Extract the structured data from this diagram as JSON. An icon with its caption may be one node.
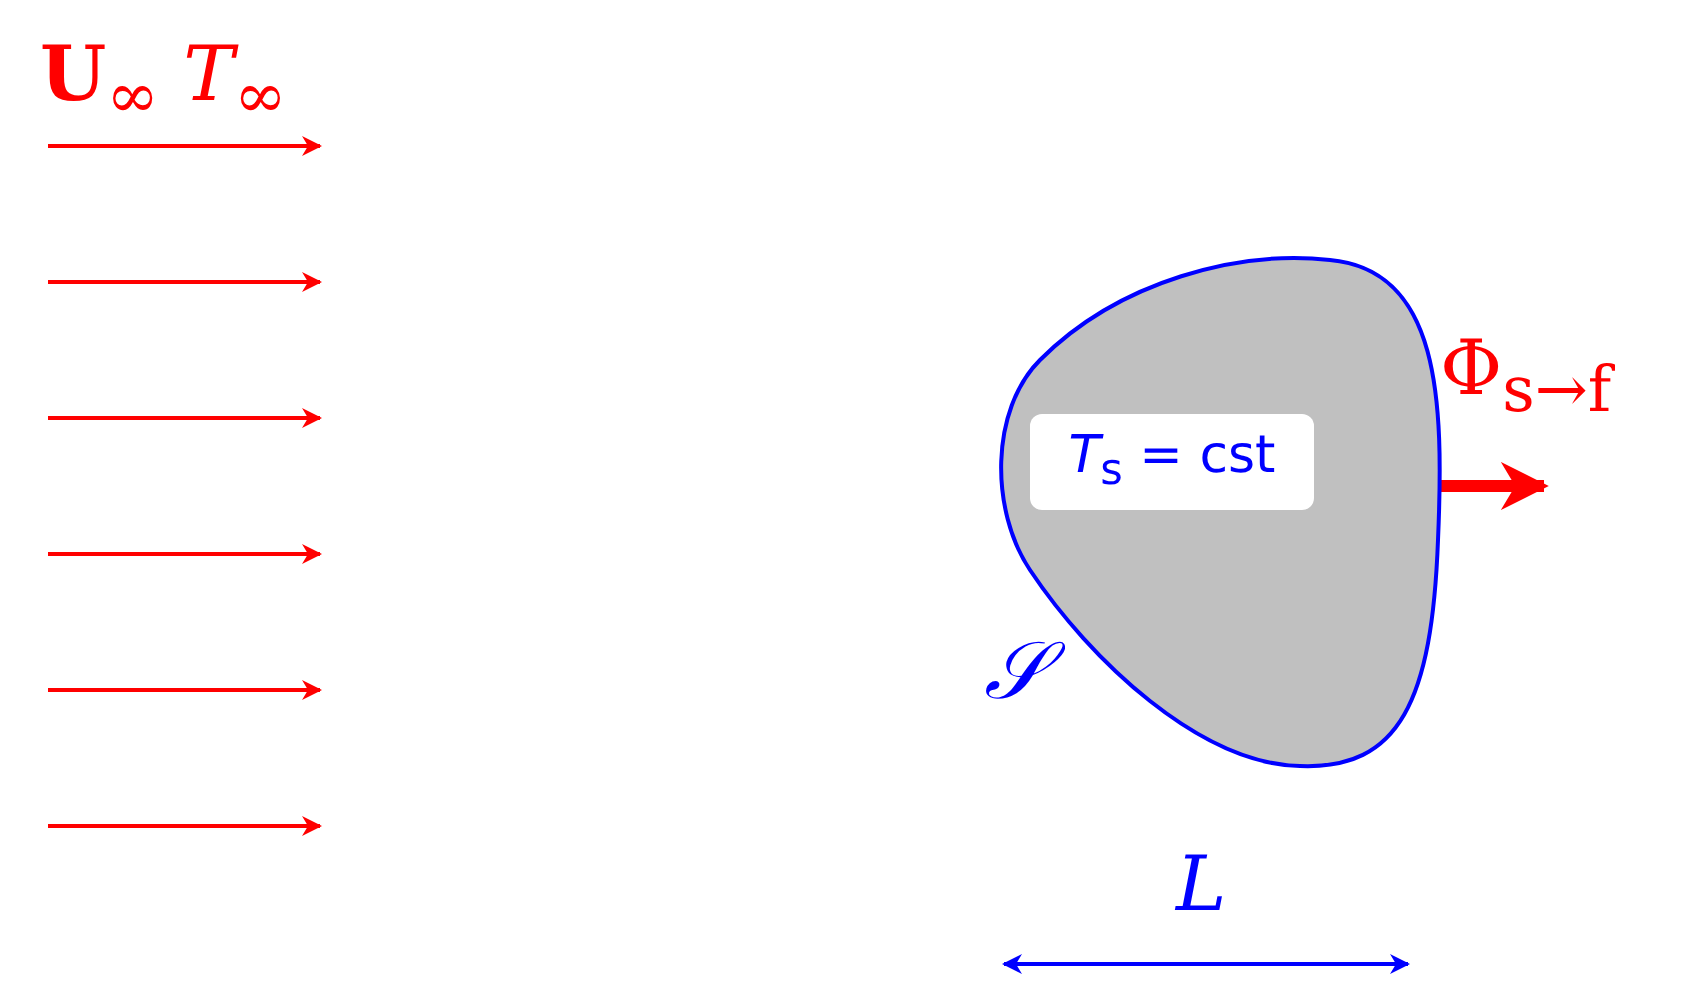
{
  "diagram": {
    "nodes": [
      {
        "text": [
          "𝒮"
        ]
      },
      {
        "text": [
          "*T*$_{s}$ = cst"
        ],
        "in": 0
      }
    ],
    "labels": [
      "**U**$_{∞}$ *T*$_{∞}$",
      "Φ$_{s→f}$",
      "L"
    ]
  }
}
